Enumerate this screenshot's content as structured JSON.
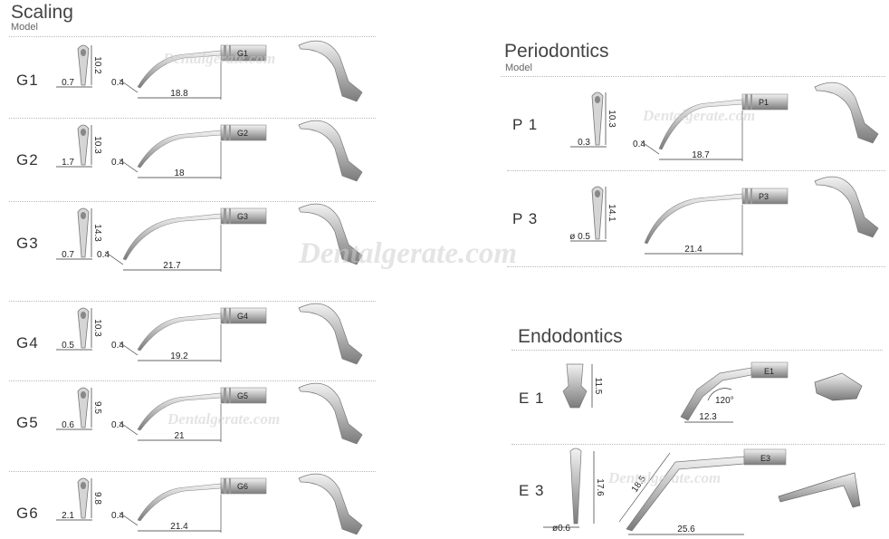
{
  "watermark": {
    "text": "Dentalgerate.com"
  },
  "scaling": {
    "title": "Scaling",
    "subtitle": "Model",
    "rows": [
      {
        "model": "G1",
        "tip_code": "G1",
        "width": "0.7",
        "height": "10.2",
        "step": "0.4",
        "length": "18.8"
      },
      {
        "model": "G2",
        "tip_code": "G2",
        "width": "1.7",
        "height": "10.3",
        "step": "0.4",
        "length": "18"
      },
      {
        "model": "G3",
        "tip_code": "G3",
        "width": "0.7",
        "height": "14.3",
        "step": "0.4",
        "length": "21.7"
      },
      {
        "model": "G4",
        "tip_code": "G4",
        "width": "0.5",
        "height": "10.3",
        "step": "0.4",
        "length": "19.2"
      },
      {
        "model": "G5",
        "tip_code": "G5",
        "width": "0.6",
        "height": "9.5",
        "step": "0.4",
        "length": "21"
      },
      {
        "model": "G6",
        "tip_code": "G6",
        "width": "2.1",
        "height": "9.8",
        "step": "0.4",
        "length": "21.4"
      }
    ]
  },
  "periodontics": {
    "title": "Periodontics",
    "subtitle": "Model",
    "rows": [
      {
        "model": "P 1",
        "tip_code": "P1",
        "width": "0.3",
        "height": "10.3",
        "step": "0.4",
        "length": "18.7"
      },
      {
        "model": "P 3",
        "tip_code": "P3",
        "width": "ø 0.5",
        "height": "14.1",
        "length": "21.4"
      }
    ]
  },
  "endodontics": {
    "title": "Endodontics",
    "rows": [
      {
        "model": "E 1",
        "tip_code": "E1",
        "height": "11.5",
        "angle": "120°",
        "length": "12.3"
      },
      {
        "model": "E 3",
        "tip_code": "E3",
        "height": "17.6",
        "width": "ø0.6",
        "diag": "18.5",
        "length": "25.6"
      }
    ]
  }
}
